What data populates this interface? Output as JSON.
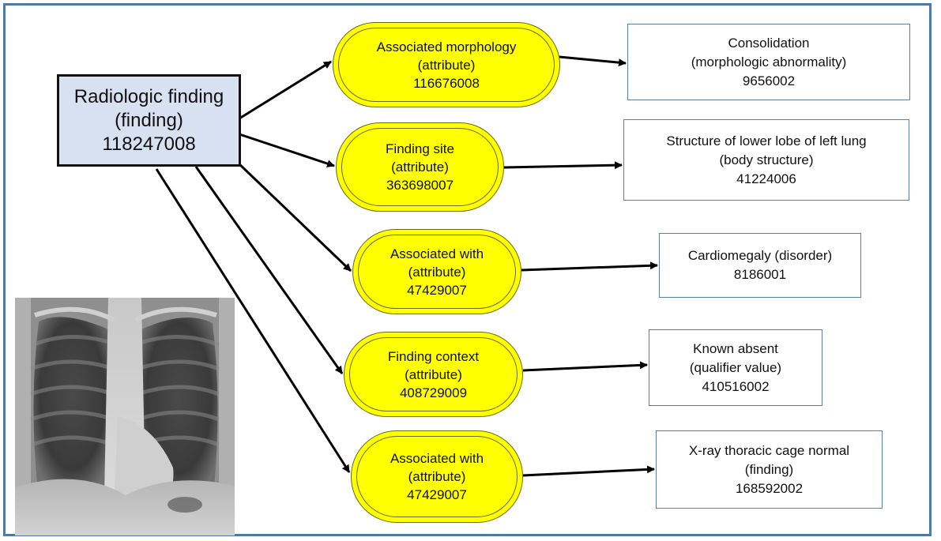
{
  "source": {
    "title": "Radiologic finding",
    "type": "(finding)",
    "code": "118247008"
  },
  "attributes": [
    {
      "name": "Associated morphology",
      "type": "(attribute)",
      "code": "116676008"
    },
    {
      "name": "Finding site",
      "type": "(attribute)",
      "code": "363698007"
    },
    {
      "name": "Associated with",
      "type": "(attribute)",
      "code": "47429007"
    },
    {
      "name": "Finding context",
      "type": "(attribute)",
      "code": "408729009"
    },
    {
      "name": "Associated with",
      "type": "(attribute)",
      "code": "47429007"
    }
  ],
  "targets": [
    {
      "name": "Consolidation",
      "type": "(morphologic abnormality)",
      "code": "9656002"
    },
    {
      "name": "Structure of lower lobe of left lung",
      "type": "(body structure)",
      "code": "41224006"
    },
    {
      "name": "Cardiomegaly (disorder)",
      "type": "",
      "code": "8186001"
    },
    {
      "name": "Known absent",
      "type": "(qualifier value)",
      "code": "410516002"
    },
    {
      "name": "X-ray thoracic cage normal",
      "type": "(finding)",
      "code": "168592002"
    }
  ],
  "colors": {
    "source_fill": "#d7e1f2",
    "attribute_fill": "#ffff00",
    "frame": "#4f7aa6"
  }
}
